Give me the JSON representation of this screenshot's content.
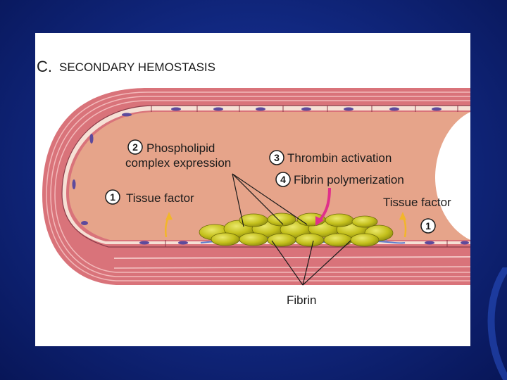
{
  "slide": {
    "colors": {
      "background": "#10267c",
      "lumen": "#e6a48a",
      "wall": "#d9737a",
      "platelet": "#c8c21c",
      "thrombin_arrow": "#e0308a",
      "tissue_arrow": "#f2b62a"
    }
  },
  "diagram": {
    "title_letter": "C.",
    "title_text": "SECONDARY HEMOSTASIS",
    "steps": [
      {
        "number": "1",
        "label": "Tissue factor"
      },
      {
        "number": "2",
        "label_line1": "Phospholipid",
        "label_line2": "complex expression"
      },
      {
        "number": "3",
        "label": "Thrombin activation"
      },
      {
        "number": "4",
        "label": "Fibrin polymerization"
      }
    ],
    "right_tissue_label": "Tissue factor",
    "right_tissue_number": "1",
    "fibrin_label": "Fibrin"
  }
}
